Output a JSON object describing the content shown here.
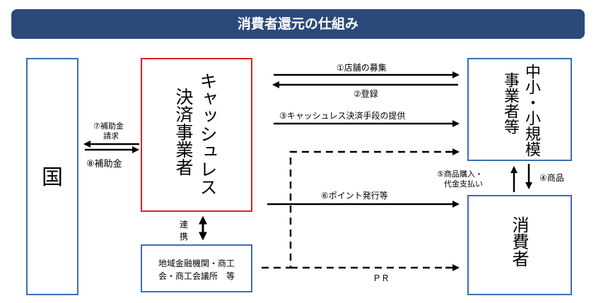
{
  "title": "消費者還元の仕組み",
  "nodes": {
    "country": "国",
    "cashless_col1": "キャッシュレス",
    "cashless_col2": "決済事業者",
    "sme_col1": "中小・小規模",
    "sme_col2": "事業者等",
    "consumer": "消費者",
    "regional_line1": "地域金融機関・商工",
    "regional_line2": "会・商工会議所　等"
  },
  "edges": {
    "recruit": "①店舗の募集",
    "register": "②登録",
    "provide": "③キャッシュレス決済手段の提供",
    "goods": "④商品",
    "purchase_line1": "⑤商品購入・",
    "purchase_line2": "代金支払い",
    "points": "⑥ポイント発行等",
    "subsidy_request_line1": "⑦補助金",
    "subsidy_request_line2": "請求",
    "subsidy": "⑧補助金",
    "cooperation_line1": "連",
    "cooperation_line2": "携",
    "pr": "ＰＲ"
  },
  "colors": {
    "title_bg": "#2b4a7a",
    "box_border": "#3b6eb5",
    "highlight_border": "#e02020"
  }
}
